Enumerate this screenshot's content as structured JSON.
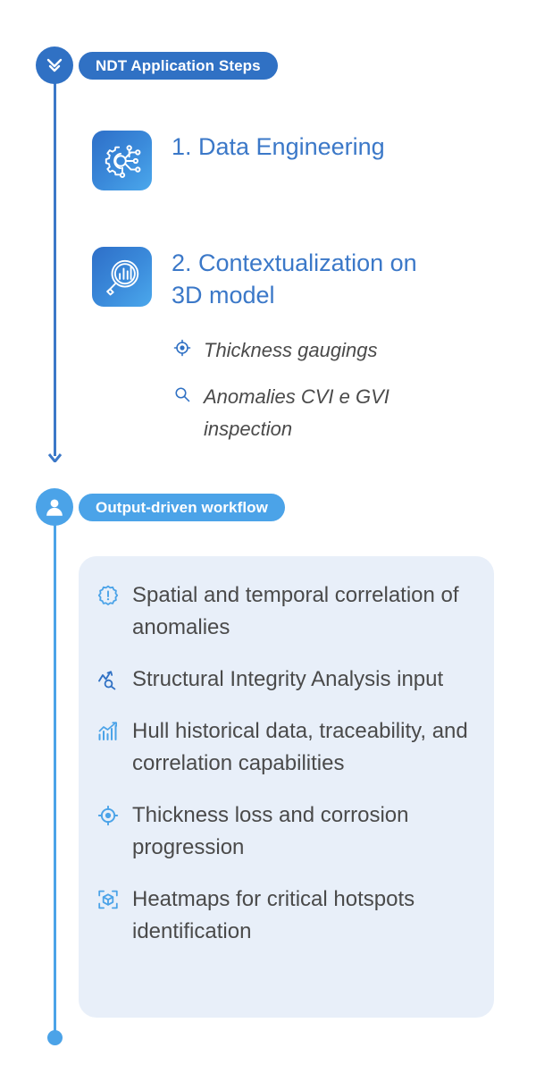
{
  "colors": {
    "brand_dark_blue": "#3071C4",
    "brand_light_blue": "#4BA3E8",
    "step_title_blue": "#3B78C8",
    "card_background": "#E8EFF9",
    "body_text": "#4A4A4A",
    "page_background": "#FFFFFF"
  },
  "section_ndt": {
    "node_icon": "double-chevron-down-icon",
    "badge_label": "NDT Application Steps",
    "steps": [
      {
        "icon": "gear-circuit-icon",
        "title": "1. Data Engineering"
      },
      {
        "icon": "magnifier-bar-chart-icon",
        "title": "2. Contextualization on 3D model"
      }
    ],
    "sub_items": [
      {
        "icon": "target-crosshair-icon",
        "text": "Thickness gaugings"
      },
      {
        "icon": "search-icon",
        "text": "Anomalies CVI e GVI inspection"
      }
    ]
  },
  "section_output": {
    "node_icon": "person-icon",
    "badge_label": "Output-driven workflow",
    "items": [
      {
        "icon": "gear-alert-icon",
        "text": "Spatial and temporal correlation of anomalies"
      },
      {
        "icon": "line-chart-search-icon",
        "text": "Structural Integrity Analysis input"
      },
      {
        "icon": "bar-chart-trend-icon",
        "text": "Hull historical data, traceability, and correlation capabilities"
      },
      {
        "icon": "target-crosshair-icon",
        "text": "Thickness loss and corrosion progression"
      },
      {
        "icon": "cube-scan-icon",
        "text": "Heatmaps for critical hotspots identification"
      }
    ]
  }
}
